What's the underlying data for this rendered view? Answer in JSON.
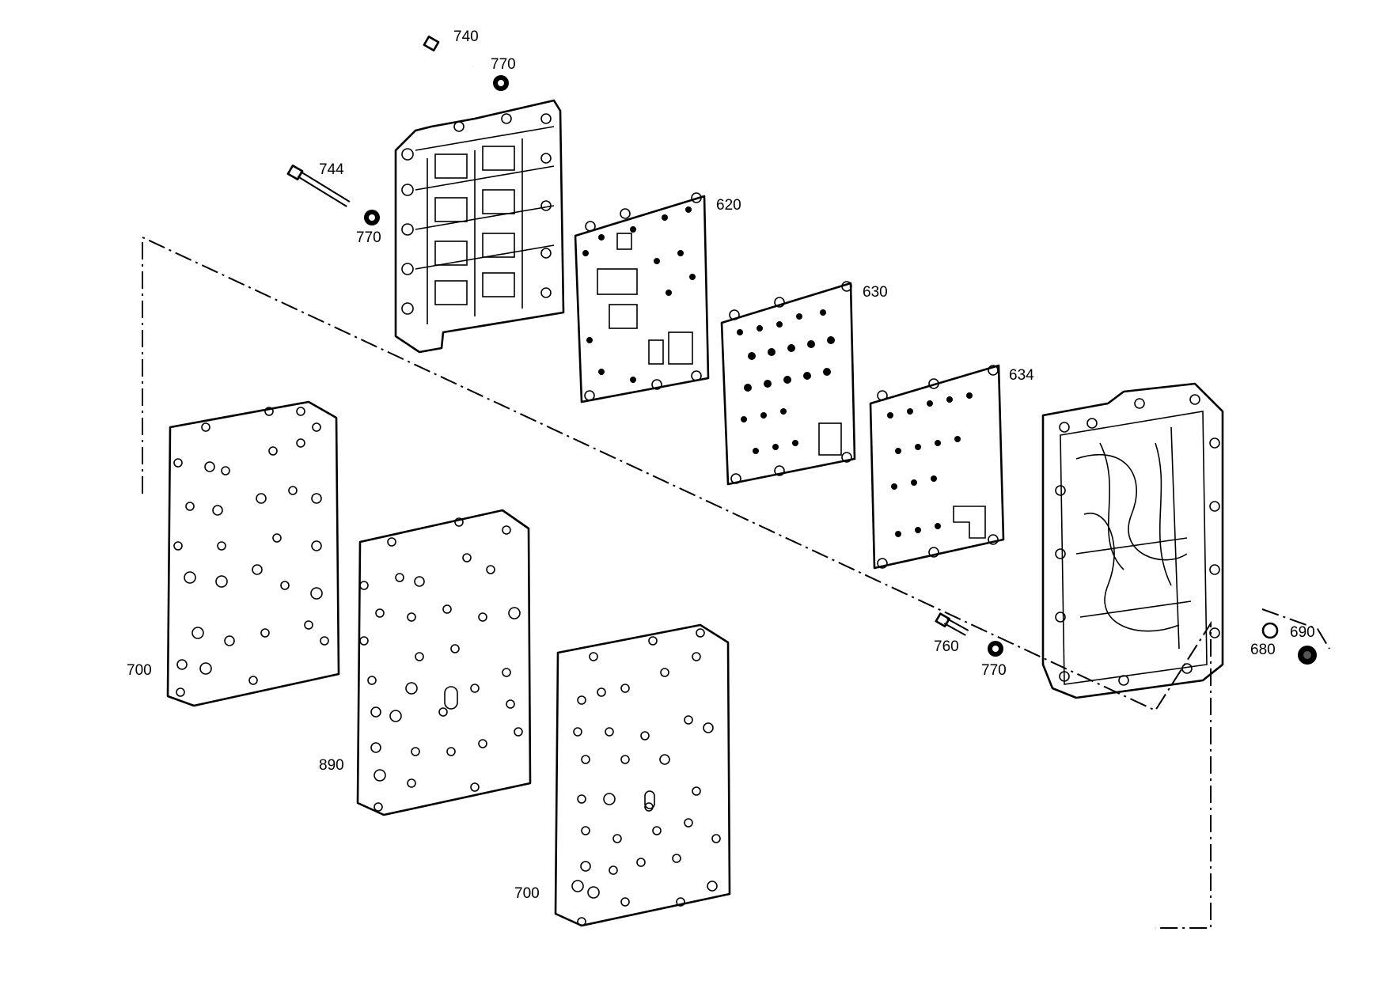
{
  "diagram": {
    "labels": {
      "p740": "740",
      "p770_top": "770",
      "p744": "744",
      "p770_left": "770",
      "p620": "620",
      "p630": "630",
      "p634": "634",
      "p700_left": "700",
      "p890": "890",
      "p700_bottom": "700",
      "p760": "760",
      "p770_right": "770",
      "p680": "680",
      "p690": "690"
    }
  }
}
